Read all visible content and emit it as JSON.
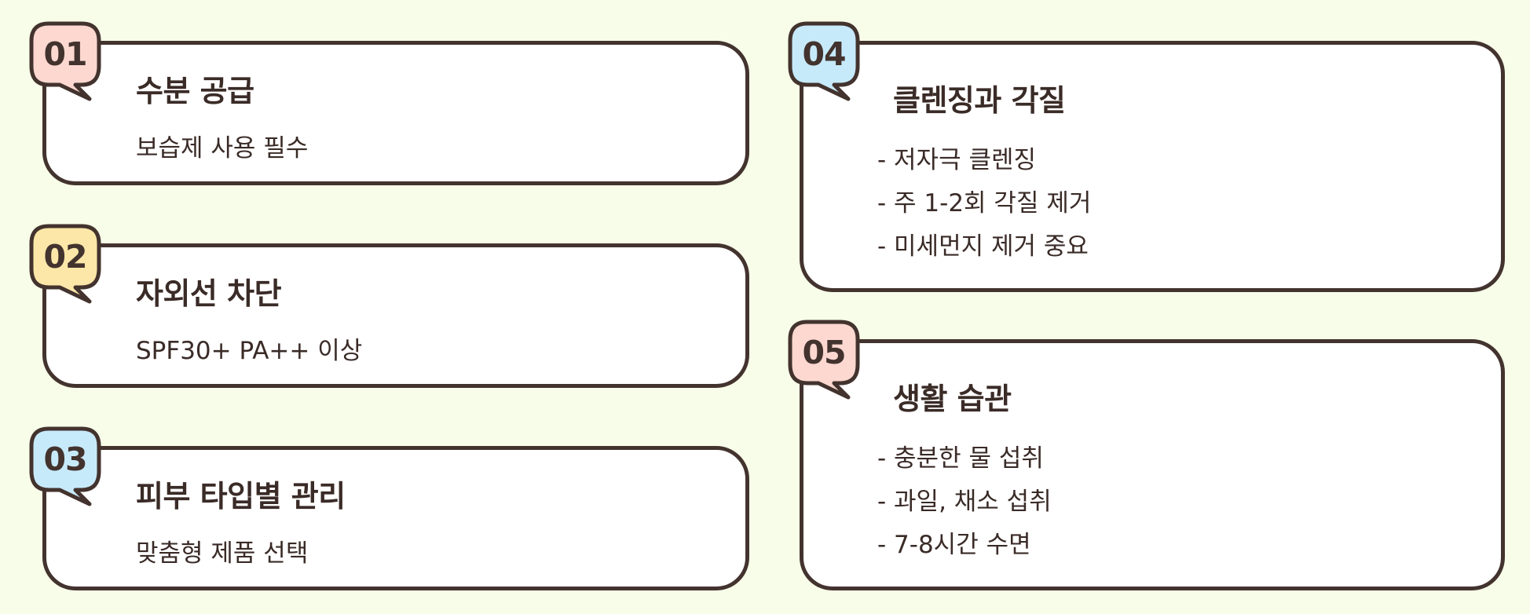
{
  "colors": {
    "background": "#f7fde8",
    "card_fill": "#ffffff",
    "outline": "#43332e",
    "badge_pink": "#fcd8d0",
    "badge_yellow": "#fde7a8",
    "badge_blue": "#c7eafb"
  },
  "cards": [
    {
      "number": "01",
      "badge_color": "#fcd8d0",
      "title": "수분 공급",
      "description": "보습제 사용 필수"
    },
    {
      "number": "02",
      "badge_color": "#fde7a8",
      "title": "자외선 차단",
      "description": "SPF30+ PA++ 이상"
    },
    {
      "number": "03",
      "badge_color": "#c7eafb",
      "title": "피부 타입별 관리",
      "description": "맞춤형 제품 선택"
    },
    {
      "number": "04",
      "badge_color": "#c7eafb",
      "title": "클렌징과 각질",
      "items": [
        "- 저자극 클렌징",
        "- 주 1-2회 각질 제거",
        "- 미세먼지 제거 중요"
      ]
    },
    {
      "number": "05",
      "badge_color": "#fcd8d0",
      "title": "생활 습관",
      "items": [
        "- 충분한 물 섭취",
        "- 과일, 채소 섭취",
        "- 7-8시간 수면"
      ]
    }
  ]
}
